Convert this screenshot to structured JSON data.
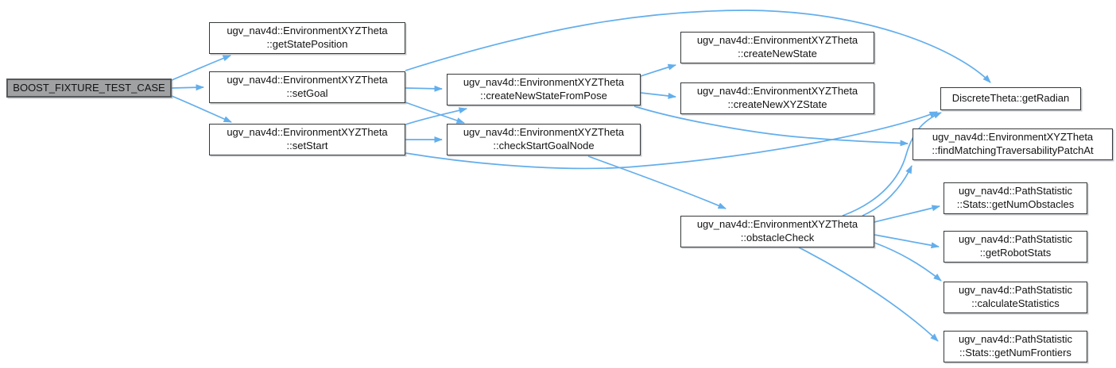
{
  "diagram": {
    "type": "call-graph",
    "root": "BOOST_FIXTURE_TEST_CASE"
  },
  "colors": {
    "edge": "#63aeec",
    "node_border": "#35393b",
    "node_fill": "#ffffff",
    "root_fill": "#9fa1a3",
    "text": "#131313",
    "background": "#ffffff"
  },
  "nodes": [
    {
      "id": "boost-fixture-test-case",
      "lines": [
        "BOOST_FIXTURE_TEST_CASE"
      ]
    },
    {
      "id": "get-state-position",
      "lines": [
        "ugv_nav4d::EnvironmentXYZTheta",
        "::getStatePosition"
      ]
    },
    {
      "id": "set-goal",
      "lines": [
        "ugv_nav4d::EnvironmentXYZTheta",
        "::setGoal"
      ]
    },
    {
      "id": "set-start",
      "lines": [
        "ugv_nav4d::EnvironmentXYZTheta",
        "::setStart"
      ]
    },
    {
      "id": "create-new-state-from-pose",
      "lines": [
        "ugv_nav4d::EnvironmentXYZTheta",
        "::createNewStateFromPose"
      ]
    },
    {
      "id": "check-start-goal-node",
      "lines": [
        "ugv_nav4d::EnvironmentXYZTheta",
        "::checkStartGoalNode"
      ]
    },
    {
      "id": "create-new-state",
      "lines": [
        "ugv_nav4d::EnvironmentXYZTheta",
        "::createNewState"
      ]
    },
    {
      "id": "create-new-xyz-state",
      "lines": [
        "ugv_nav4d::EnvironmentXYZTheta",
        "::createNewXYZState"
      ]
    },
    {
      "id": "get-radian",
      "lines": [
        "DiscreteTheta::getRadian"
      ]
    },
    {
      "id": "find-matching-traversability-patch-at",
      "lines": [
        "ugv_nav4d::EnvironmentXYZTheta",
        "::findMatchingTraversabilityPatchAt"
      ]
    },
    {
      "id": "obstacle-check",
      "lines": [
        "ugv_nav4d::EnvironmentXYZTheta",
        "::obstacleCheck"
      ]
    },
    {
      "id": "stats-get-num-obstacles",
      "lines": [
        "ugv_nav4d::PathStatistic",
        "::Stats::getNumObstacles"
      ]
    },
    {
      "id": "get-robot-stats",
      "lines": [
        "ugv_nav4d::PathStatistic",
        "::getRobotStats"
      ]
    },
    {
      "id": "calculate-statistics",
      "lines": [
        "ugv_nav4d::PathStatistic",
        "::calculateStatistics"
      ]
    },
    {
      "id": "stats-get-num-frontiers",
      "lines": [
        "ugv_nav4d::PathStatistic",
        "::Stats::getNumFrontiers"
      ]
    }
  ],
  "edges": [
    {
      "from": "boost-fixture-test-case",
      "to": "get-state-position"
    },
    {
      "from": "boost-fixture-test-case",
      "to": "set-goal"
    },
    {
      "from": "boost-fixture-test-case",
      "to": "set-start"
    },
    {
      "from": "set-goal",
      "to": "create-new-state-from-pose"
    },
    {
      "from": "set-goal",
      "to": "check-start-goal-node"
    },
    {
      "from": "set-goal",
      "to": "get-radian"
    },
    {
      "from": "set-start",
      "to": "create-new-state-from-pose"
    },
    {
      "from": "set-start",
      "to": "check-start-goal-node"
    },
    {
      "from": "set-start",
      "to": "get-radian"
    },
    {
      "from": "create-new-state-from-pose",
      "to": "create-new-state"
    },
    {
      "from": "create-new-state-from-pose",
      "to": "create-new-xyz-state"
    },
    {
      "from": "create-new-state-from-pose",
      "to": "find-matching-traversability-patch-at"
    },
    {
      "from": "check-start-goal-node",
      "to": "obstacle-check"
    },
    {
      "from": "obstacle-check",
      "to": "get-radian"
    },
    {
      "from": "obstacle-check",
      "to": "find-matching-traversability-patch-at"
    },
    {
      "from": "obstacle-check",
      "to": "stats-get-num-obstacles"
    },
    {
      "from": "obstacle-check",
      "to": "get-robot-stats"
    },
    {
      "from": "obstacle-check",
      "to": "calculate-statistics"
    },
    {
      "from": "obstacle-check",
      "to": "stats-get-num-frontiers"
    }
  ]
}
